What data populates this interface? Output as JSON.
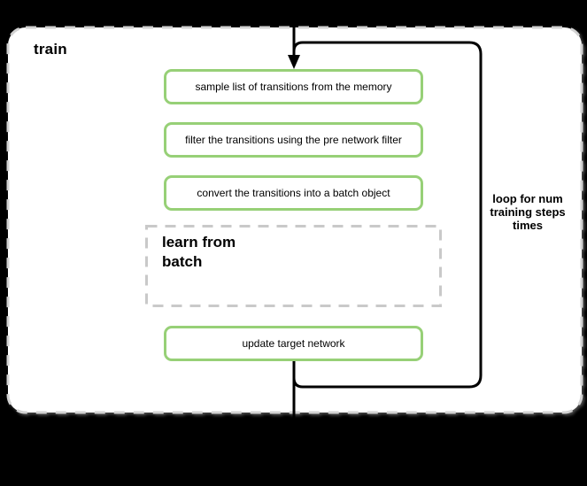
{
  "diagram": {
    "title": "train",
    "loop_annotation": "loop for num\ntraining steps\ntimes",
    "group_box": {
      "label": "learn from\nbatch"
    },
    "steps": [
      {
        "label": "sample list of transitions from the memory"
      },
      {
        "label": "filter the transitions using the pre network filter"
      },
      {
        "label": "convert the transitions into a batch object"
      },
      {
        "label": "update target network"
      }
    ]
  },
  "colors": {
    "accent_green": "#97d077",
    "dashed_gray": "#d2d2d2",
    "inner_dashed_gray": "#c9c9c9",
    "line_black": "#000000",
    "canvas_white": "#ffffff",
    "page_background": "#000000"
  }
}
